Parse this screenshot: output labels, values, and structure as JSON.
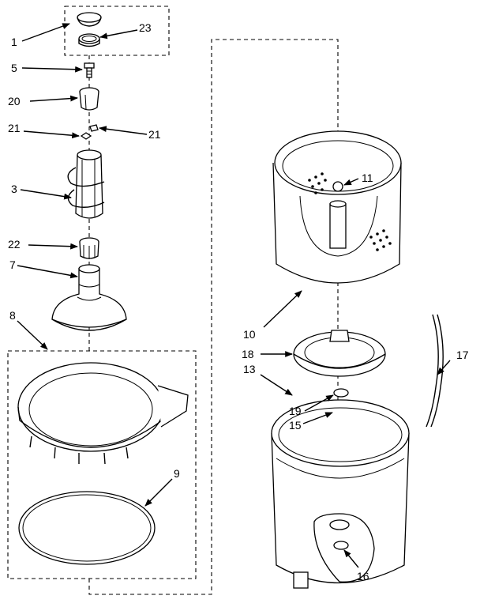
{
  "callouts": [
    {
      "key": "p1",
      "text": "1"
    },
    {
      "key": "p23",
      "text": "23"
    },
    {
      "key": "p5",
      "text": "5"
    },
    {
      "key": "p20",
      "text": "20"
    },
    {
      "key": "p21a",
      "text": "21"
    },
    {
      "key": "p21b",
      "text": "21"
    },
    {
      "key": "p3",
      "text": "3"
    },
    {
      "key": "p22",
      "text": "22"
    },
    {
      "key": "p7",
      "text": "7"
    },
    {
      "key": "p8",
      "text": "8"
    },
    {
      "key": "p9",
      "text": "9"
    },
    {
      "key": "p10",
      "text": "10"
    },
    {
      "key": "p11",
      "text": "11"
    },
    {
      "key": "p18",
      "text": "18"
    },
    {
      "key": "p13",
      "text": "13"
    },
    {
      "key": "p19",
      "text": "19"
    },
    {
      "key": "p15",
      "text": "15"
    },
    {
      "key": "p17",
      "text": "17"
    },
    {
      "key": "p16",
      "text": "16"
    }
  ]
}
